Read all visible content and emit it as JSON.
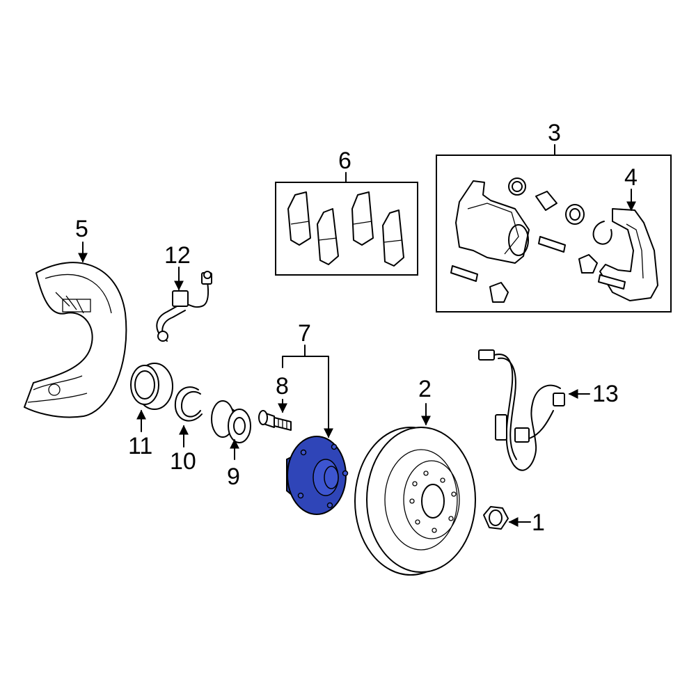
{
  "diagram": {
    "highlight_color": "#2f45b8",
    "callouts": [
      {
        "id": "1",
        "label": "1"
      },
      {
        "id": "2",
        "label": "2"
      },
      {
        "id": "3",
        "label": "3"
      },
      {
        "id": "4",
        "label": "4"
      },
      {
        "id": "5",
        "label": "5"
      },
      {
        "id": "6",
        "label": "6"
      },
      {
        "id": "7",
        "label": "7"
      },
      {
        "id": "8",
        "label": "8"
      },
      {
        "id": "9",
        "label": "9"
      },
      {
        "id": "10",
        "label": "10"
      },
      {
        "id": "11",
        "label": "11"
      },
      {
        "id": "12",
        "label": "12"
      },
      {
        "id": "13",
        "label": "13"
      }
    ],
    "highlighted_part": "7"
  }
}
